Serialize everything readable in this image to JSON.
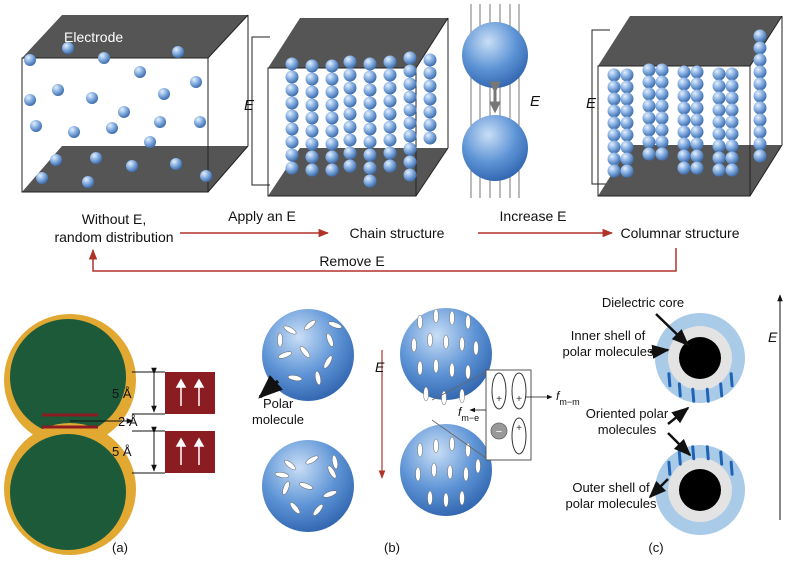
{
  "top": {
    "electrode_label": "Electrode",
    "field_symbol": "E",
    "stage1_line1": "Without E,",
    "stage1_line2": "random distribution",
    "apply_label": "Apply an E",
    "stage2_label": "Chain structure",
    "increase_label": "Increase E",
    "stage3_label": "Columnar structure",
    "remove_label": "Remove E"
  },
  "panel_a": {
    "dim_top": "5 Å",
    "dim_gap": "2 Å",
    "dim_bottom": "5 Å",
    "caption": "(a)"
  },
  "panel_b": {
    "polar_line1": "Polar",
    "polar_line2": "molecule",
    "field_symbol": "E",
    "f_mm_base": "f",
    "f_mm_sub": "m−m",
    "f_me_base": "f",
    "f_me_sub": "m−e",
    "caption": "(b)"
  },
  "panel_c": {
    "core_label": "Dielectric core",
    "inner_line1": "Inner shell of",
    "inner_line2": "polar molecules",
    "oriented_line1": "Oriented polar",
    "oriented_line2": "molecules",
    "outer_line1": "Outer shell of",
    "outer_line2": "polar molecules",
    "field_symbol": "E",
    "caption": "(c)"
  },
  "colors": {
    "electrode": "#555555",
    "particle": "#6f9fd8",
    "arrow": "#b0332a",
    "gold": "#e1a832",
    "core_green": "#1c5a3a",
    "dipole_box": "#8a1c22"
  }
}
